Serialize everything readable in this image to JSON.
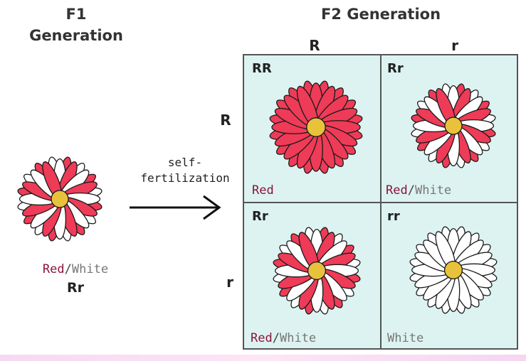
{
  "f1": {
    "title_line1": "F1",
    "title_line2": "Generation",
    "phenotype_red": "Red",
    "phenotype_slash": "/",
    "phenotype_white": "White",
    "genotype": "Rr"
  },
  "f2": {
    "title": "F2 Generation",
    "col_alleles": [
      "R",
      "r"
    ],
    "row_alleles": [
      "R",
      "r"
    ],
    "cells": [
      {
        "genotype": "RR",
        "phenotype_red": "Red",
        "phenotype_slash": "",
        "phenotype_white": ""
      },
      {
        "genotype": "Rr",
        "phenotype_red": "Red",
        "phenotype_slash": "/",
        "phenotype_white": "White"
      },
      {
        "genotype": "Rr",
        "phenotype_red": "Red",
        "phenotype_slash": "/",
        "phenotype_white": "White"
      },
      {
        "genotype": "rr",
        "phenotype_red": "",
        "phenotype_slash": "",
        "phenotype_white": "White"
      }
    ]
  },
  "process": {
    "line1": "self-",
    "line2": "fertilization"
  },
  "colors": {
    "red_petal": "#ee3b57",
    "white_petal": "#ffffff",
    "petal_outline": "#1a1a1a",
    "center": "#e8c23a",
    "cell_background": "#dcf3f1"
  }
}
